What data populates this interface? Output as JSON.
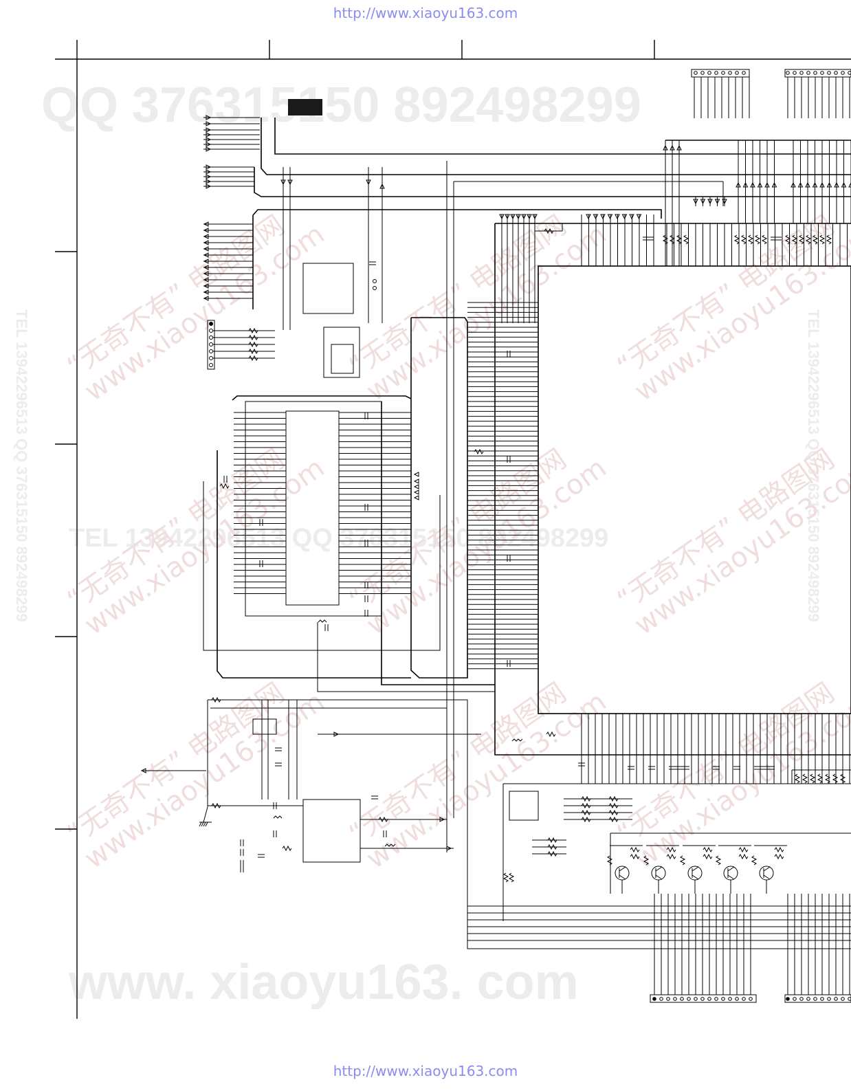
{
  "header": {
    "url": "http://www.xiaoyu163.com"
  },
  "footer": {
    "url": "http://www.xiaoyu163.com"
  },
  "watermarks": {
    "qq_line": "QQ 376315150     892498299",
    "tel_line": "TEL 13942296513   QQ 376315150  892498299",
    "cn_line1": "“无奇不有” 电路图网",
    "cn_line2": "www.xiaoyu163.com",
    "vertical": "TEL 13942296513  QQ 376315150  892498299",
    "bottom": "www. xiaoyu163. com"
  },
  "colors": {
    "ink": "#000000",
    "url": "#8a8cf0",
    "watermark": "#ececec"
  }
}
